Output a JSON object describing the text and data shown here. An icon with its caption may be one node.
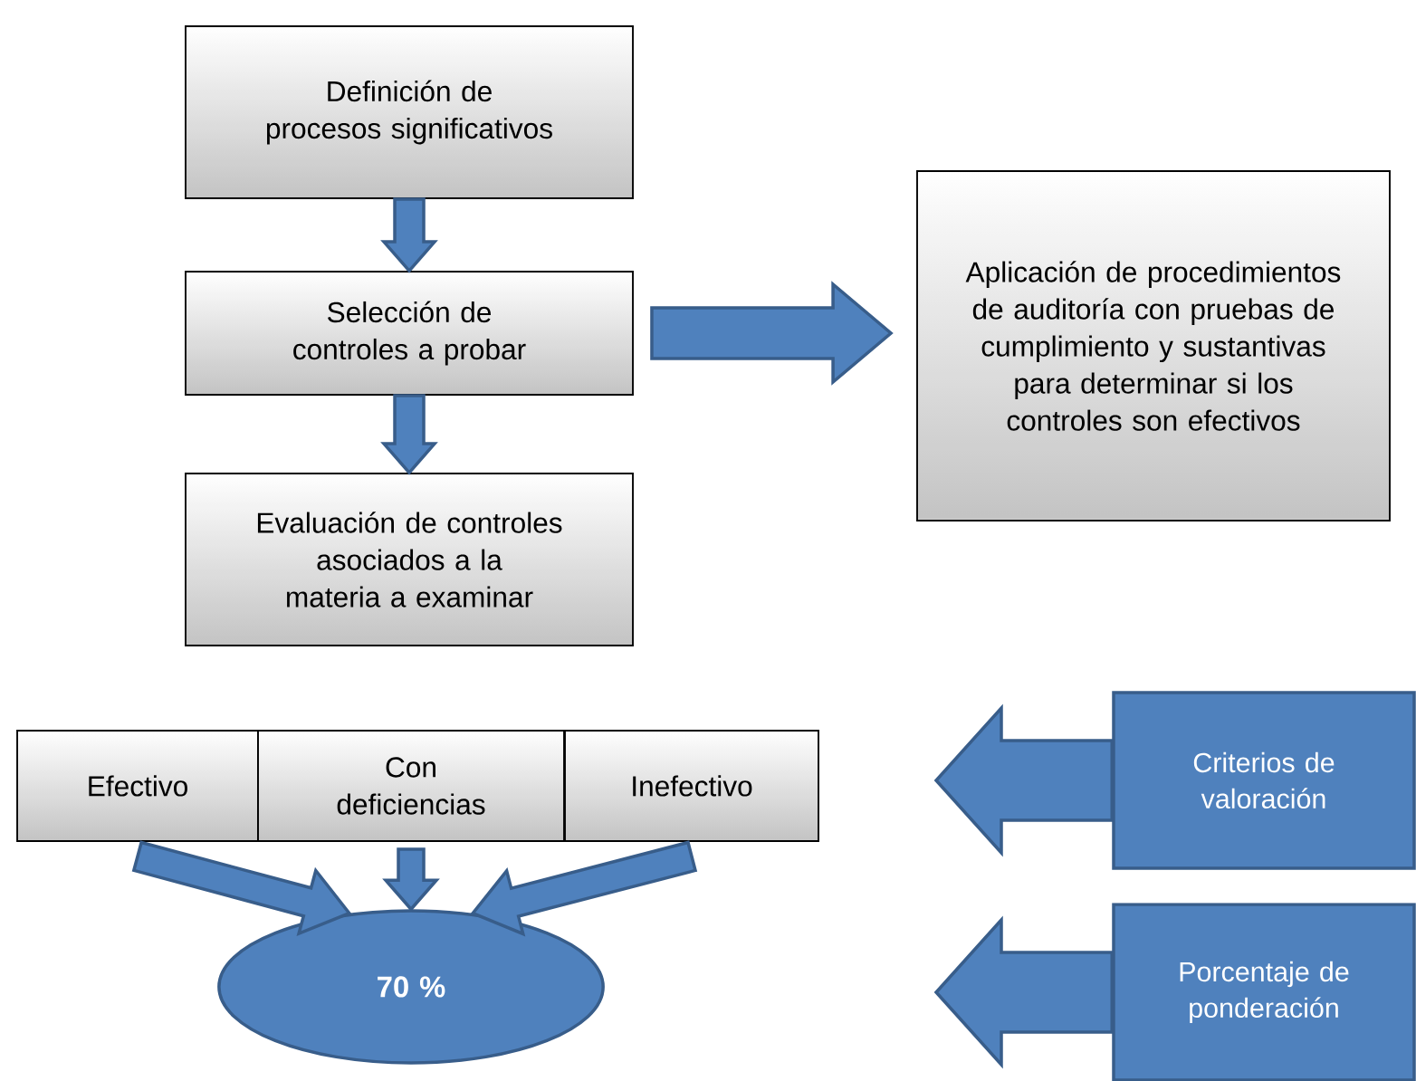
{
  "diagram": {
    "nodes": [
      {
        "text": [
          "Definición de procesos significativos"
        ]
      },
      {
        "text": [
          "Selección de controles a probar"
        ]
      },
      {
        "text": [
          "Evaluación de controles asociados a la materia a examinar"
        ]
      },
      {
        "text": [
          "Aplicación de procedimientos de auditoría con pruebas de cumplimiento y sustantivas para determinar si los controles son efectivos"
        ]
      },
      {
        "text": [
          "Efectivo"
        ]
      },
      {
        "text": [
          "Con deficiencias"
        ]
      },
      {
        "text": [
          "Inefectivo"
        ]
      },
      {
        "text": [
          "70 %"
        ]
      },
      {
        "text": [
          "Criterios de valoración"
        ]
      },
      {
        "text": [
          "Porcentaje de ponderación"
        ]
      }
    ],
    "edges": [
      {
        "from": 0,
        "to": 1,
        "arrow": "to"
      },
      {
        "from": 1,
        "to": 2,
        "arrow": "to"
      },
      {
        "from": 1,
        "to": 3,
        "arrow": "to"
      },
      {
        "from": 4,
        "to": 7,
        "arrow": "to"
      },
      {
        "from": 5,
        "to": 7,
        "arrow": "to"
      },
      {
        "from": 6,
        "to": 7,
        "arrow": "to"
      },
      {
        "from": 8,
        "to": null,
        "arrow": "to"
      },
      {
        "from": 9,
        "to": null,
        "arrow": "to"
      }
    ]
  }
}
